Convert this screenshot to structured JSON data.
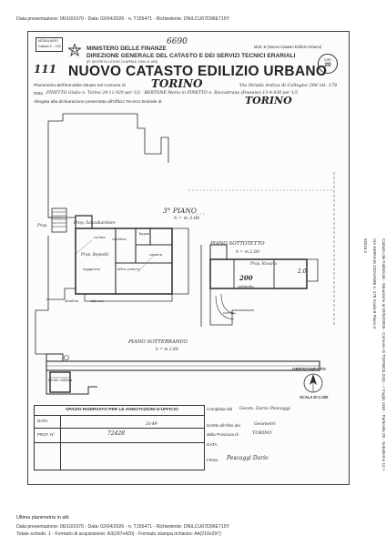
{
  "header": {
    "line": "Data presentazione: 06/10/1970 - Data: 02/04/2026 - n. T155471 - Richiedente: DNILCU67D06E715Y"
  },
  "footer": {
    "last_plan": "Ultima planimetria in atti",
    "line1": "Data presentazione: 06/10/1970 - Data: 02/04/2026 - n. T155471 - Richiedente: DNILCU67D06E715Y",
    "line2": "Totale schede: 1 - Formato di acquisizione: A3(297x420) - Formato stampa richiesto: A4(210x297)"
  },
  "side": {
    "text": "Catasto dei Fabbricati - Situazione al 02/04/2026 - Comune di TORINO(L219) - < Foglio 1162 - Particella 28 - Subalterno 12 >",
    "text2": "VIA SERVAIS GIOVANNI n. 178 Scala B Piano 2",
    "code": "92016.3"
  },
  "form": {
    "stamp_top": "MODULARIO",
    "stamp_bottom": "Catasto E. - 106",
    "number_handwritten": "6690",
    "model_label": "Mod. B (Nuovo Catasto Edilizio Urbano)",
    "ministry": "MINISTERO DELLE FINANZE",
    "direction": "DIREZIONE GENERALE DEL CATASTO E DEI SERVIZI TECNICI ERARIALI",
    "sub_note": "(R. DECRETO-LEGGE 13 APRILE 1939, N. 652)",
    "title": "NUOVO CATASTO EDILIZIO URBANO",
    "lire_label": "Lire",
    "lire_value": "20",
    "card_number": "111",
    "plan_line_label": "Planimetria dell'immobile situato nel Comune di",
    "comune": "TORINO",
    "via": "Via Strada Antica di Collegno 206 int. 178",
    "ditta_label": "Ditta",
    "ditta_value": "FINETTO Giulio n. Torino 24-11-929 per 1/2 - BERTONE Maria in FINETTO n. Roccabruna (Fossano) 13-4-938 per 1/2",
    "allegata_label": "Allegata alla dichiarazione presentata all'Ufficio Tecnico Erariale di",
    "allegata_value": "TORINO"
  },
  "plan": {
    "piano3_title": "3° PIANO",
    "piano3_h": "h = m 3.00",
    "sottotetto_title": "PIANO SOTTOTETTO",
    "sottotetto_h": "h = m 2.00",
    "sotterraneo_title": "PIANO SOTTERRANEO",
    "sotterraneo_h": "h = m 2.80",
    "prop_sanzabardoire": "Prop. Sanzabardoire",
    "prop_bepnelli": "Prop. Bepnelli",
    "prop_sx": "Prop.",
    "prop_rovaria": "Prop. Rovaria",
    "label_cucina": "cucina",
    "label_corridoio": "corridoio",
    "label_bagno": "bagno",
    "label_camera": "camera",
    "label_altra_camera": "altra camera",
    "label_soggiorno": "soggiorno",
    "label_sala_uso": "sala uso",
    "sottotetto_mark": "200",
    "sottotetto_mark2": "2.0",
    "label_locale_caldaia": "locale caldaia",
    "label_sottotetto_room": "sottotetto",
    "label_cortile": "cortile",
    "label_stradina": "stradina",
    "orientamento": "ORIENTAMENTO",
    "scala": "SCALA DI 1:200"
  },
  "office_box": {
    "title": "SPAZIO RISERVATO PER LE ANNOTAZIONI D'UFFICIO",
    "data_label": "DATA",
    "prot_label": "PROT. N°",
    "prot_value": "72428",
    "num_value": "3149"
  },
  "compiler": {
    "compilata_label": "Compilata dal",
    "compilata_value": "Geom. Dario Pescaggi",
    "iscritto_label": "Iscritto all'Albo dei",
    "iscritto_value": "Geometri",
    "provincia_label": "della Provincia di",
    "provincia_value": "TORINO",
    "data_label": "DATA",
    "firma_label": "Firma:",
    "firma_value": "Pescaggi Dario"
  },
  "colors": {
    "ink": "#2b2b2b",
    "paper": "#fcfcfa"
  }
}
